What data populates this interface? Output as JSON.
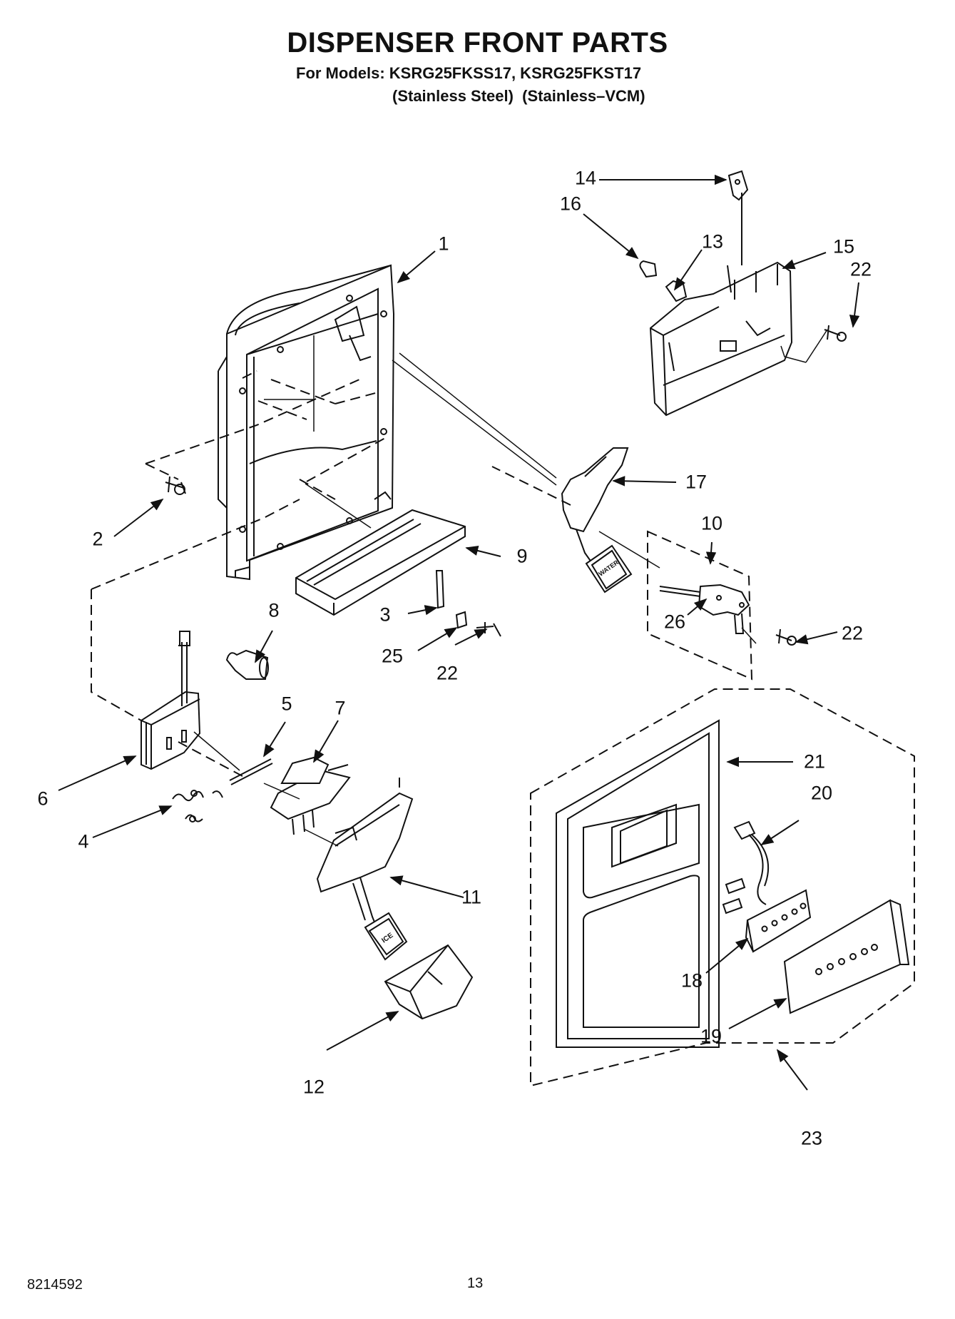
{
  "header": {
    "title": "DISPENSER FRONT PARTS",
    "models": "For Models: KSRG25FKSS17, KSRG25FKST17",
    "finishes": "(Stainless Steel)  (Stainless–VCM)"
  },
  "footer": {
    "doc_number": "8214592",
    "page_number": "13"
  },
  "callouts": {
    "c1": "1",
    "c2": "2",
    "c3": "3",
    "c4": "4",
    "c5": "5",
    "c6": "6",
    "c7": "7",
    "c8": "8",
    "c9": "9",
    "c10": "10",
    "c11": "11",
    "c12": "12",
    "c13": "13",
    "c14": "14",
    "c15": "15",
    "c16": "16",
    "c17": "17",
    "c18": "18",
    "c19": "19",
    "c20": "20",
    "c21": "21",
    "c22a": "22",
    "c22b": "22",
    "c22c": "22",
    "c23": "23",
    "c25": "25",
    "c26": "26"
  },
  "part_text": {
    "ice_pad": "ICE",
    "water_pad": "WATER"
  }
}
